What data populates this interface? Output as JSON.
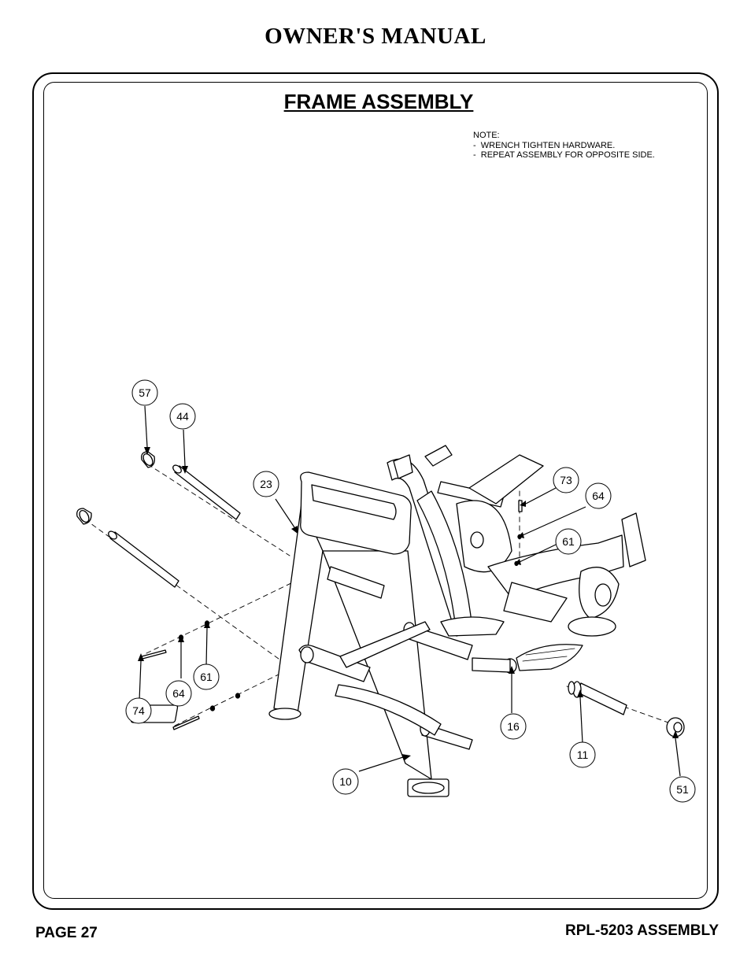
{
  "header": {
    "title": "OWNER'S MANUAL"
  },
  "section": {
    "title": "FRAME ASSEMBLY"
  },
  "note": {
    "heading": "NOTE:",
    "lines": [
      "-  WRENCH TIGHTEN HARDWARE.",
      "-  REPEAT ASSEMBLY FOR OPPOSITE SIDE."
    ]
  },
  "callouts": {
    "c57": "57",
    "c44": "44",
    "c23": "23",
    "c73": "73",
    "c64a": "64",
    "c61a": "61",
    "c64b": "64",
    "c61b": "61",
    "c74": "74",
    "c16": "16",
    "c11": "11",
    "c10": "10",
    "c51": "51"
  },
  "footer": {
    "page": "PAGE 27",
    "model": "RPL-5203 ASSEMBLY"
  }
}
